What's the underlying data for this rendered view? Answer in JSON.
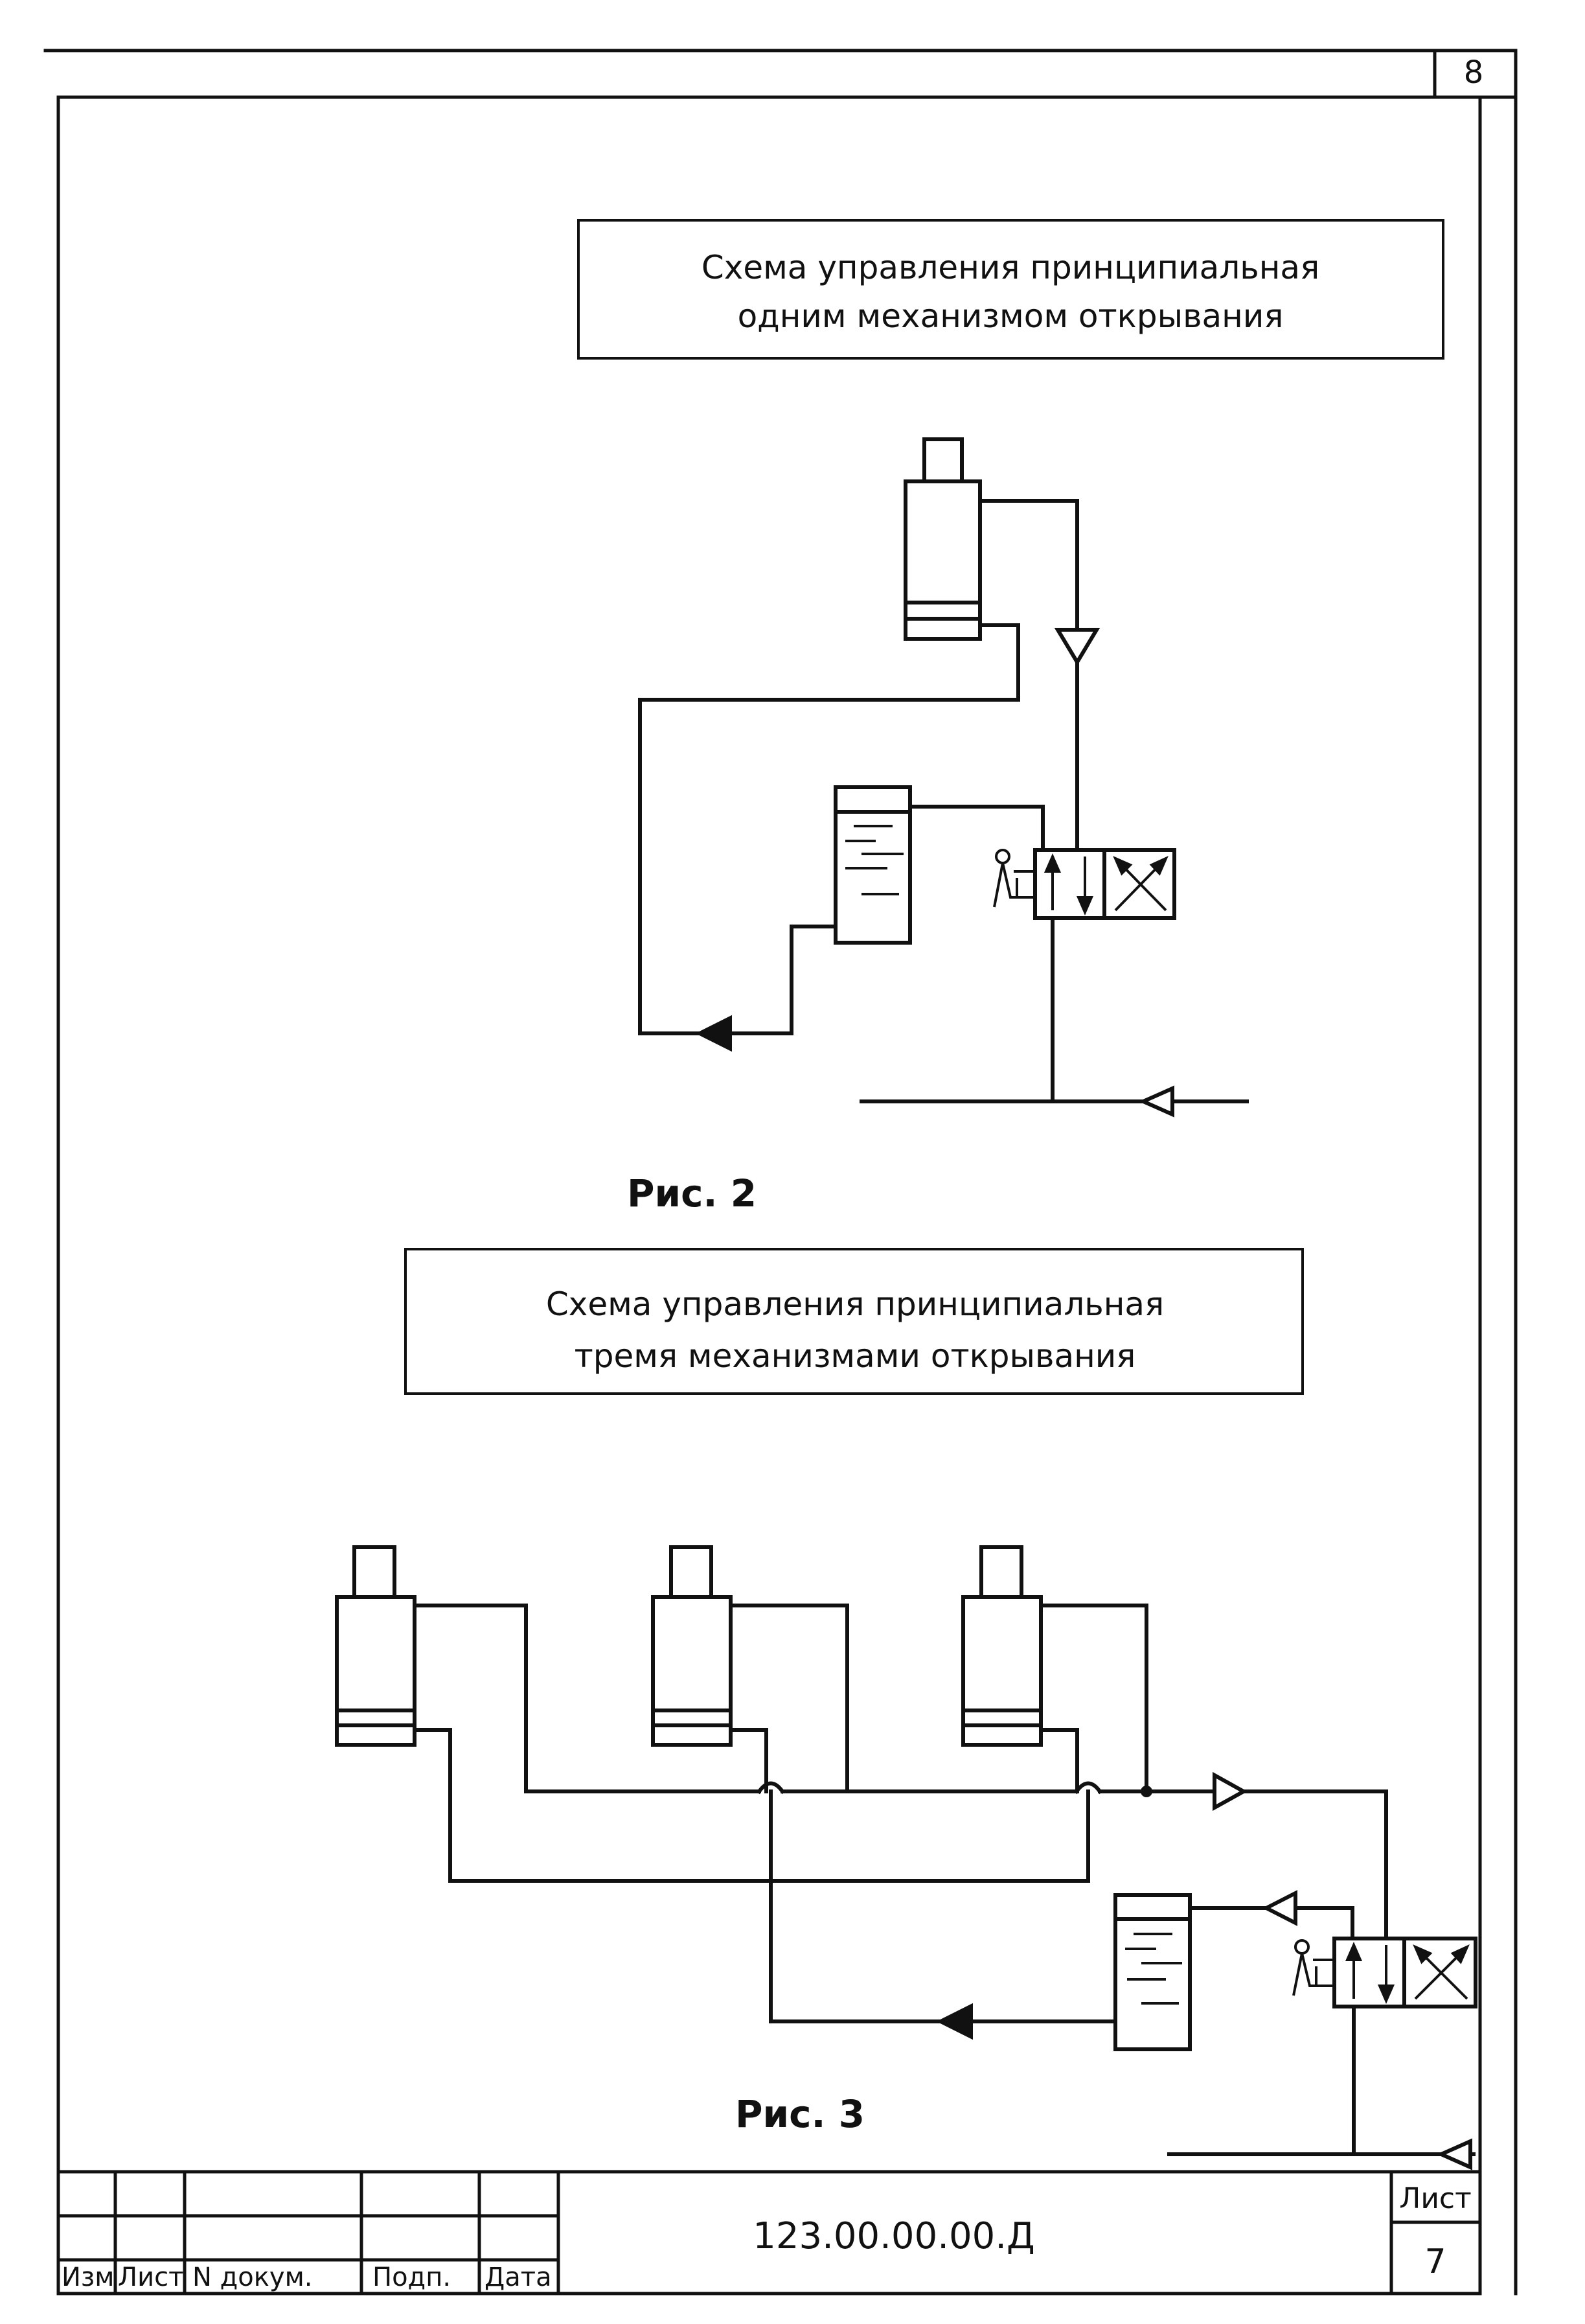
{
  "sheet": {
    "page_number": "8"
  },
  "fig2": {
    "title_line1": "Схема управления принципиальная",
    "title_line2": "одним механизмом открывания",
    "caption": "Рис. 2"
  },
  "fig3": {
    "title_line1": "Схема управления принципиальная",
    "title_line2": "тремя механизмами открывания",
    "caption": "Рис. 3"
  },
  "stamp": {
    "col_izm": "Изм",
    "col_list": "Лист",
    "col_doc": "N докум.",
    "col_sign": "Подп.",
    "col_date": "Дата",
    "designation": "123.00.00.00.Д",
    "sheet_label": "Лист",
    "sheet_number": "7"
  }
}
